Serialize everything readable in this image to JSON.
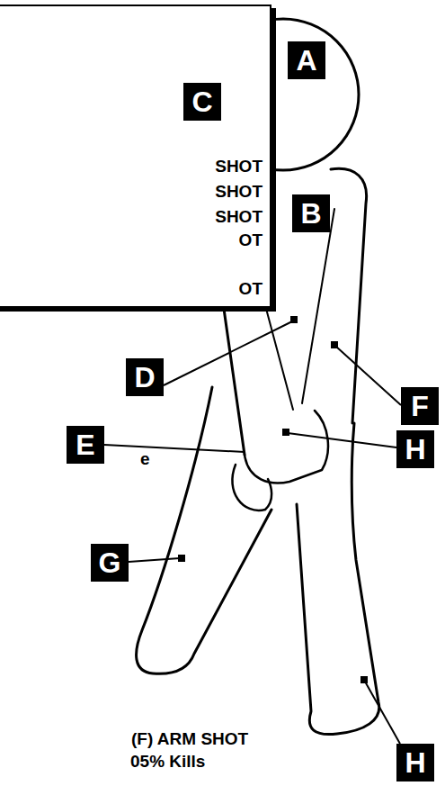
{
  "diagram": {
    "nodes": [
      {
        "text": [
          "SHOT",
          "SHOT",
          "SHOT",
          "OT",
          "OT"
        ]
      },
      {
        "text": [
          "A"
        ]
      },
      {
        "text": [
          "C"
        ]
      },
      {
        "text": [
          "B"
        ]
      },
      {
        "text": [
          "D"
        ]
      },
      {
        "text": [
          "F"
        ]
      },
      {
        "text": [
          "E"
        ]
      },
      {
        "text": [
          "H"
        ]
      },
      {
        "text": [
          "G"
        ]
      },
      {
        "text": [
          "H"
        ]
      }
    ],
    "labels": [
      "(F) ARM SHOT",
      "05% Kills",
      "e"
    ]
  }
}
